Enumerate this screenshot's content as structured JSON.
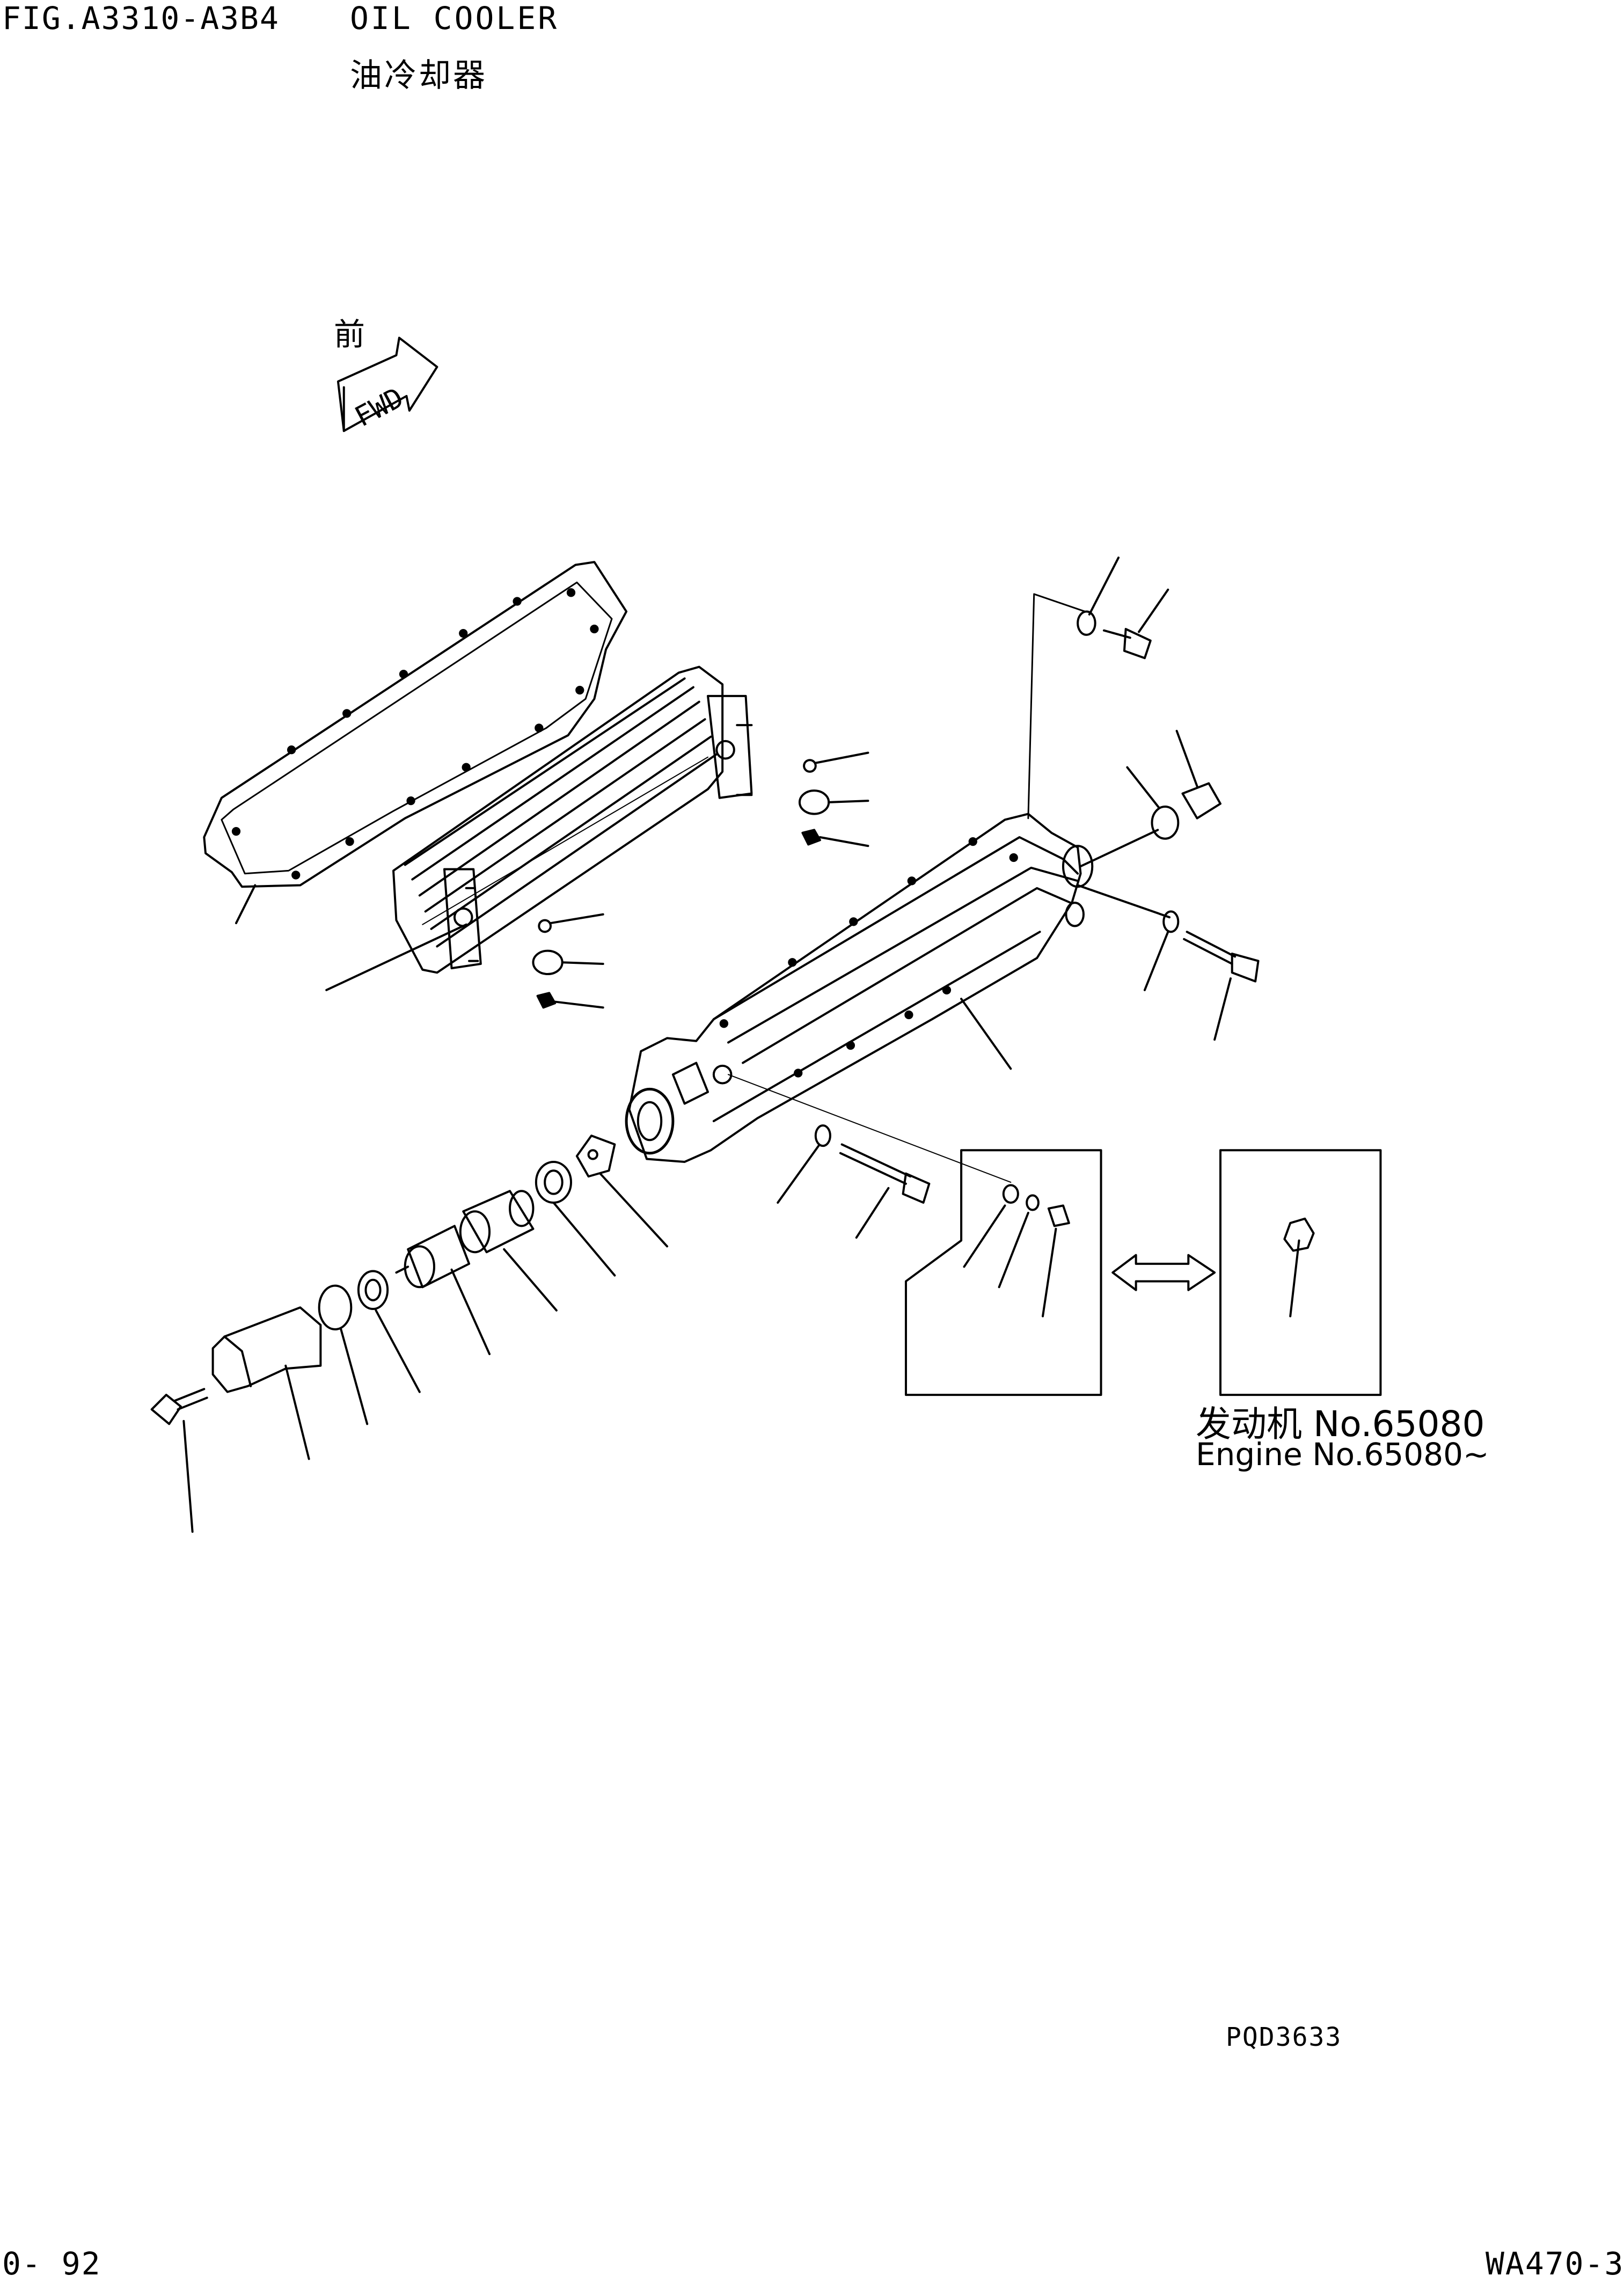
{
  "header": {
    "figure_code": "FIG.A3310-A3B4",
    "title_en": "OIL COOLER",
    "title_cn": "油冷却器"
  },
  "fwd_marker": {
    "label_cn": "前",
    "label_en": "FWD"
  },
  "engine_note": {
    "label_cn": "发动机 No.65080",
    "label_en": "Engine No.65080~"
  },
  "drawing_code": "PQD3633",
  "footer": {
    "page_number": "0- 92",
    "model": "WA470-3"
  },
  "colors": {
    "ink": "#000000",
    "paper": "#ffffff"
  }
}
